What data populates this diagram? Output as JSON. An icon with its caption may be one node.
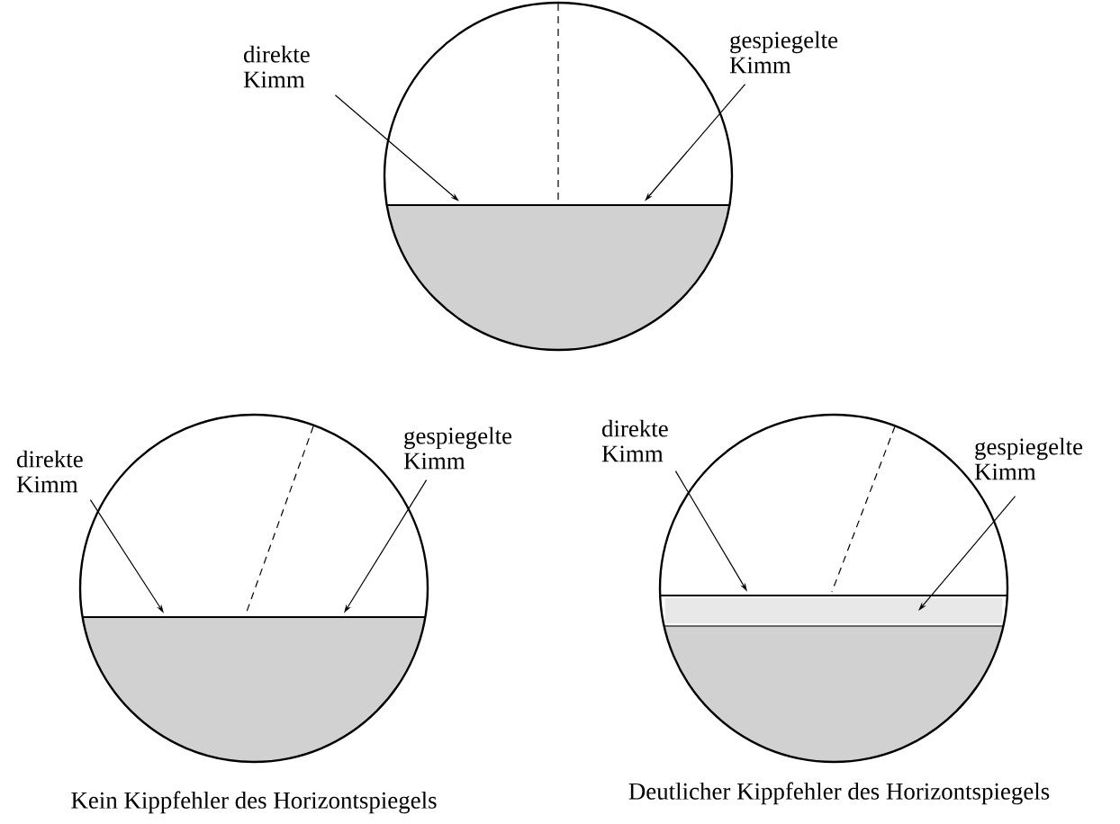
{
  "diagram": {
    "nodes": [
      {
        "text": [
          "direkte Kimm"
        ]
      },
      {
        "text": [
          "gespiegelte Kimm"
        ]
      },
      {
        "text": [
          "direkte Kimm"
        ]
      },
      {
        "text": [
          "gespiegelte Kimm"
        ]
      },
      {
        "text": [
          "direkte Kimm"
        ]
      },
      {
        "text": [
          "gespiegelte Kimm"
        ]
      },
      {
        "text": [],
        "shape": "line"
      },
      {
        "text": [],
        "shape": "line"
      },
      {
        "text": [],
        "shape": "line"
      },
      {
        "text": [],
        "shape": "band"
      }
    ],
    "edges": [
      {
        "from": 0,
        "to": 6,
        "arrow": "to"
      },
      {
        "from": 1,
        "to": 6,
        "arrow": "to"
      },
      {
        "from": 2,
        "to": 7,
        "arrow": "to"
      },
      {
        "from": 3,
        "to": 7,
        "arrow": "to"
      },
      {
        "from": 4,
        "to": 8,
        "arrow": "to"
      },
      {
        "from": 5,
        "to": 9,
        "arrow": "to"
      }
    ],
    "labels": [
      "Kein Kippfehler des Horizontspiegels",
      "Deutlicher Kippfehler des Horizontspiegels"
    ]
  }
}
